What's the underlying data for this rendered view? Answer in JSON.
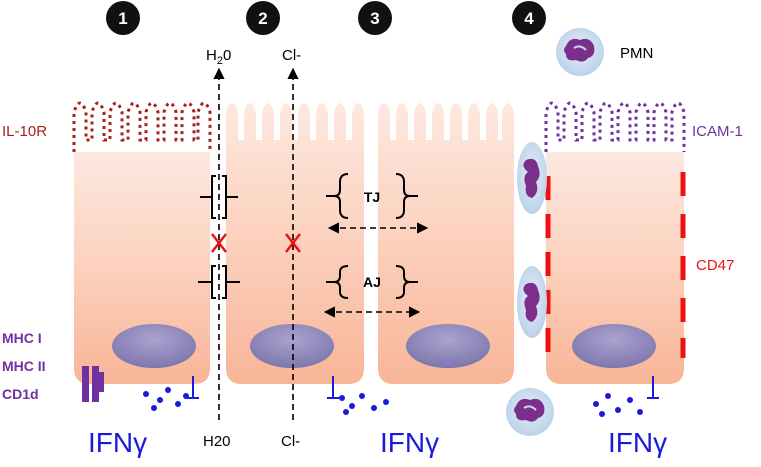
{
  "steps": [
    "1",
    "2",
    "3",
    "4"
  ],
  "flux": {
    "water_top": "H",
    "water_sub": "2",
    "water_end": "0",
    "chloride_top": "Cl-",
    "water_bottom": "H20",
    "chloride_bottom": "Cl-"
  },
  "junctions": {
    "tight": "TJ",
    "adherens": "AJ"
  },
  "receptors": {
    "il10r": "IL-10R",
    "icam1": "ICAM-1",
    "cd47": "CD47",
    "mhc1": "MHC I",
    "mhc2": "MHC II",
    "cd1d": "CD1d"
  },
  "cells": {
    "pmn": "PMN"
  },
  "cytokines": [
    "IFNγ",
    "IFNγ",
    "IFNγ"
  ],
  "colors": {
    "cell_top": "#fde8e0",
    "cell_bottom": "#f9bb9f",
    "nucleus": "#8d86b8",
    "il10r": "#a8201a",
    "icam1": "#7030a0",
    "cd47": "#ee1111",
    "mhc": "#7030a0",
    "ifng": "#1a1adc",
    "pmn_halo": "#c9dcef",
    "pmn_nucleus": "#7b2f8a",
    "block_x": "#ee1111"
  }
}
